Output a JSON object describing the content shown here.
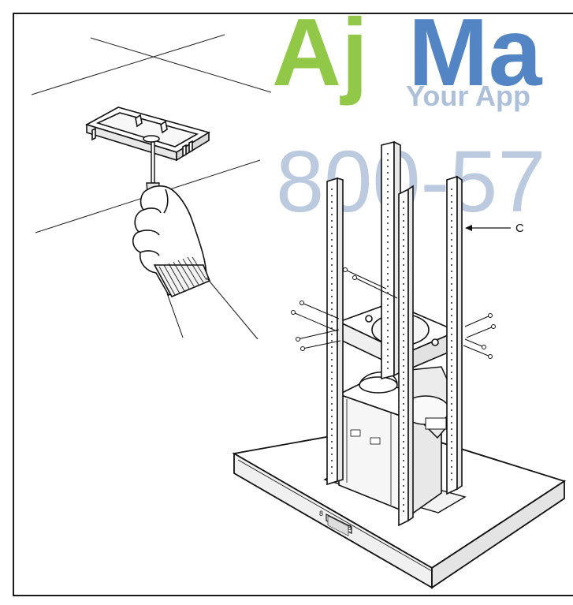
{
  "watermark": {
    "brand_part1": "Aj",
    "brand_part2": "Ma",
    "tagline": "Your App",
    "phone": "800-57",
    "colors": {
      "green": "#8dc63f",
      "blue": "#4a7fc1",
      "phone": "#b9c8de",
      "tagline": "#a9bdd8"
    }
  },
  "diagram": {
    "callouts": [
      {
        "label": "C"
      }
    ]
  }
}
